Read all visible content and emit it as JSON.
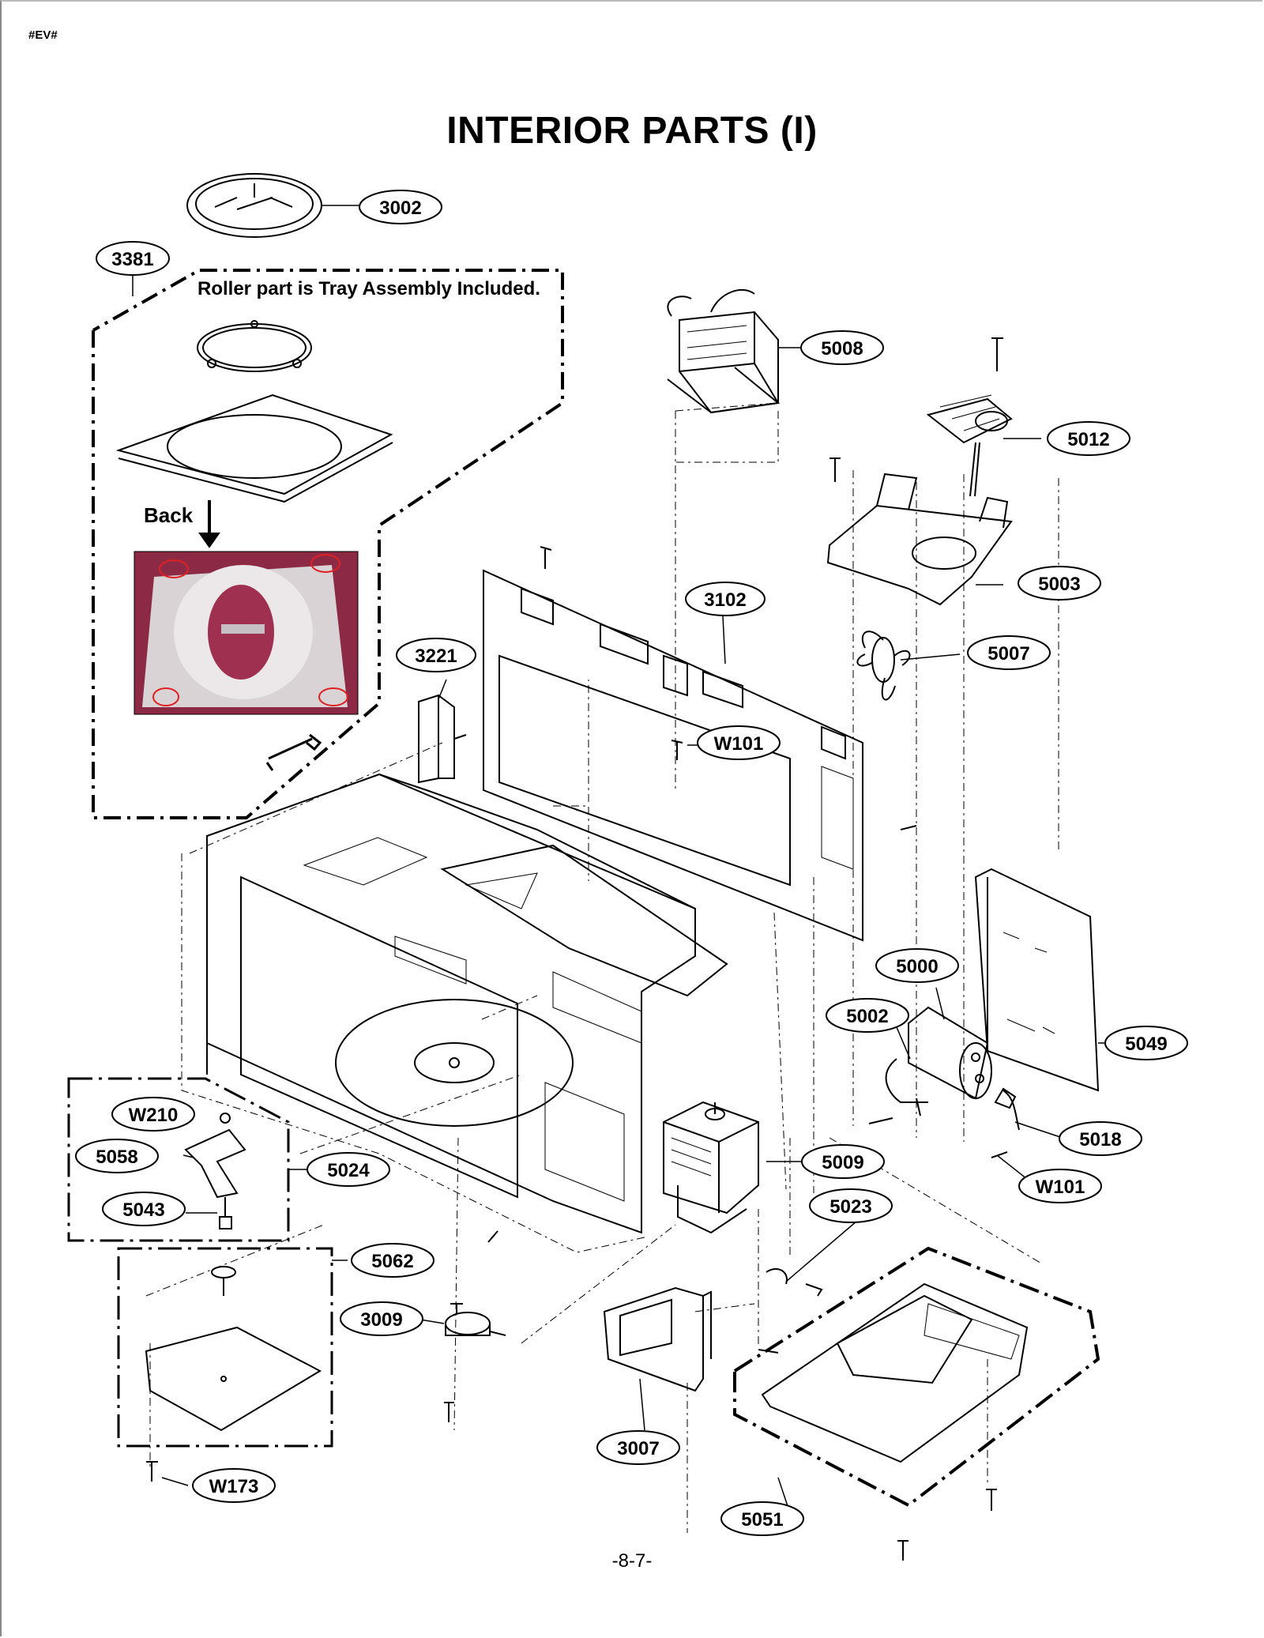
{
  "header": {
    "tag": "#EV#",
    "title": "INTERIOR PARTS (I)"
  },
  "notes": {
    "roller": "Roller part is Tray Assembly Included.",
    "back": "Back"
  },
  "footer": {
    "page_number": "-8-7-"
  },
  "callouts": {
    "c3002": "3002",
    "c3381": "3381",
    "c5008": "5008",
    "c5012": "5012",
    "c5003": "5003",
    "c3102": "3102",
    "c3221": "3221",
    "c5007": "5007",
    "cW101a": "W101",
    "c5000": "5000",
    "c5002": "5002",
    "c5049": "5049",
    "cW210": "W210",
    "c5058": "5058",
    "c5024": "5024",
    "c5043": "5043",
    "c5018": "5018",
    "c5009": "5009",
    "cW101b": "W101",
    "c5023": "5023",
    "c5062": "5062",
    "c3009": "3009",
    "c3007": "3007",
    "cW173": "W173",
    "c5051": "5051"
  }
}
